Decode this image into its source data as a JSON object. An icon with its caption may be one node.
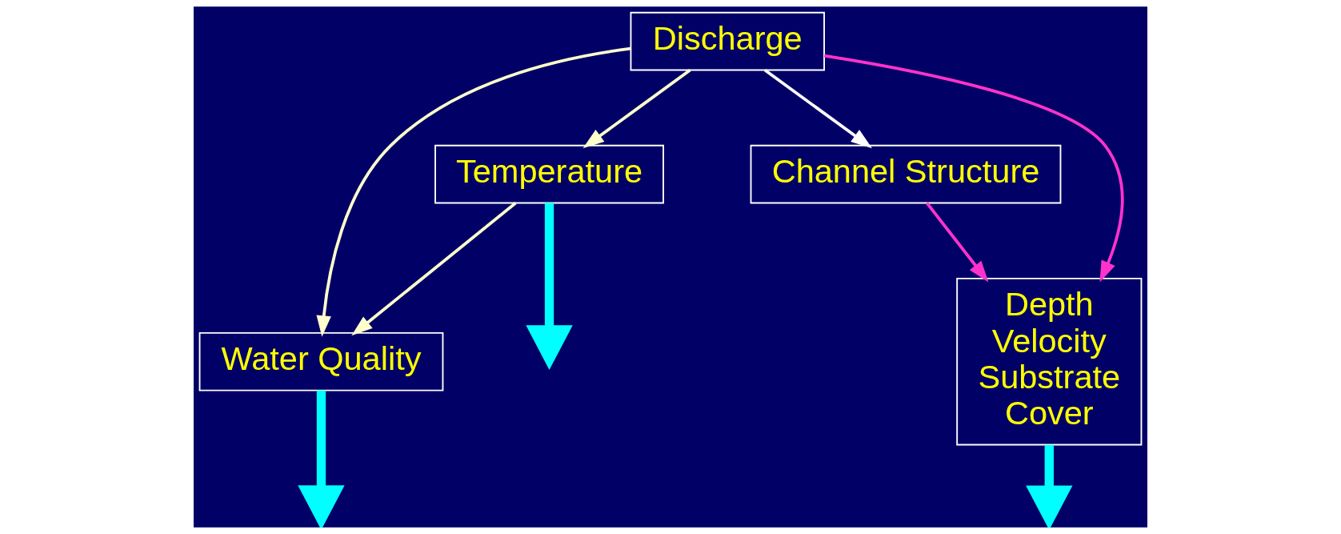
{
  "diagram": {
    "nodes": [
      {
        "text": [
          "Discharge"
        ]
      },
      {
        "text": [
          "Temperature"
        ]
      },
      {
        "text": [
          "Water Quality"
        ]
      },
      {
        "text": [
          "Channel Structure"
        ]
      },
      {
        "text": [
          "Depth",
          "Velocity",
          "Substrate",
          "Cover"
        ]
      }
    ],
    "edges": [
      {
        "from": 0,
        "to": 1,
        "arrow": "to"
      },
      {
        "from": 0,
        "to": 2,
        "arrow": "to"
      },
      {
        "from": 0,
        "to": 3,
        "arrow": "to",
        "color": "#ffffff"
      },
      {
        "from": 1,
        "to": 2,
        "arrow": "to"
      },
      {
        "from": 0,
        "to": 4,
        "arrow": "to",
        "color": "#ff33cc"
      },
      {
        "from": 3,
        "to": 4,
        "arrow": "to",
        "color": "#ff33cc"
      },
      {
        "from": 1,
        "to": null,
        "arrow": "to",
        "style": "thick",
        "color": "#00ffff"
      },
      {
        "from": 2,
        "to": null,
        "arrow": "to",
        "style": "thick",
        "color": "#00ffff"
      },
      {
        "from": 4,
        "to": null,
        "arrow": "to",
        "style": "thick",
        "color": "#00ffff"
      }
    ]
  }
}
